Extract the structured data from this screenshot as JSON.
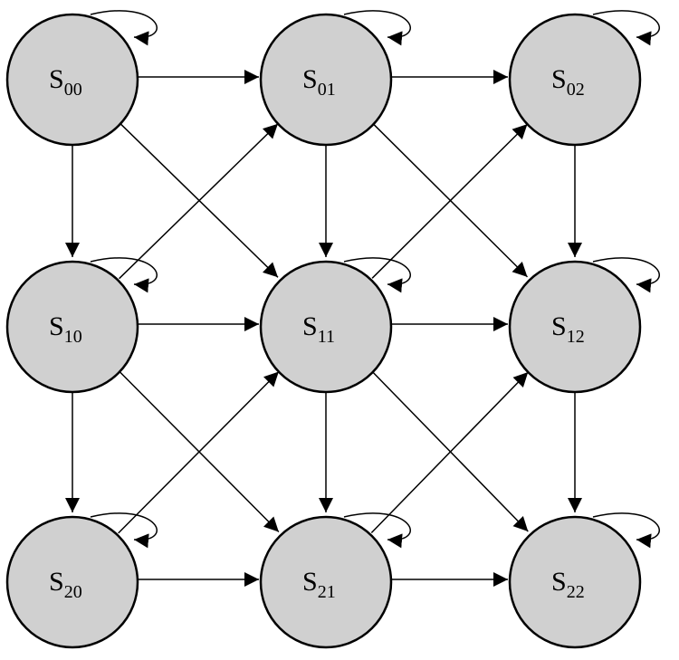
{
  "diagram": {
    "states": [
      {
        "id": "s00",
        "symbol": "S",
        "sub": "00"
      },
      {
        "id": "s01",
        "symbol": "S",
        "sub": "01"
      },
      {
        "id": "s02",
        "symbol": "S",
        "sub": "02"
      },
      {
        "id": "s10",
        "symbol": "S",
        "sub": "10"
      },
      {
        "id": "s11",
        "symbol": "S",
        "sub": "11"
      },
      {
        "id": "s12",
        "symbol": "S",
        "sub": "12"
      },
      {
        "id": "s20",
        "symbol": "S",
        "sub": "20"
      },
      {
        "id": "s21",
        "symbol": "S",
        "sub": "21"
      },
      {
        "id": "s22",
        "symbol": "S",
        "sub": "22"
      }
    ],
    "transitions": [
      {
        "from": "s00",
        "to": "s01"
      },
      {
        "from": "s01",
        "to": "s02"
      },
      {
        "from": "s10",
        "to": "s11"
      },
      {
        "from": "s11",
        "to": "s12"
      },
      {
        "from": "s20",
        "to": "s21"
      },
      {
        "from": "s21",
        "to": "s22"
      },
      {
        "from": "s00",
        "to": "s10"
      },
      {
        "from": "s10",
        "to": "s20"
      },
      {
        "from": "s01",
        "to": "s11"
      },
      {
        "from": "s11",
        "to": "s21"
      },
      {
        "from": "s02",
        "to": "s12"
      },
      {
        "from": "s12",
        "to": "s22"
      },
      {
        "from": "s00",
        "to": "s11"
      },
      {
        "from": "s01",
        "to": "s12"
      },
      {
        "from": "s10",
        "to": "s21"
      },
      {
        "from": "s11",
        "to": "s22"
      },
      {
        "from": "s10",
        "to": "s01"
      },
      {
        "from": "s11",
        "to": "s02"
      },
      {
        "from": "s20",
        "to": "s11"
      },
      {
        "from": "s21",
        "to": "s12"
      }
    ],
    "self_loops": [
      "s00",
      "s01",
      "s02",
      "s10",
      "s11",
      "s12",
      "s20",
      "s21",
      "s22"
    ],
    "colors": {
      "node_fill": "#d0d0d0",
      "stroke": "#000000",
      "background": "#ffffff"
    }
  }
}
